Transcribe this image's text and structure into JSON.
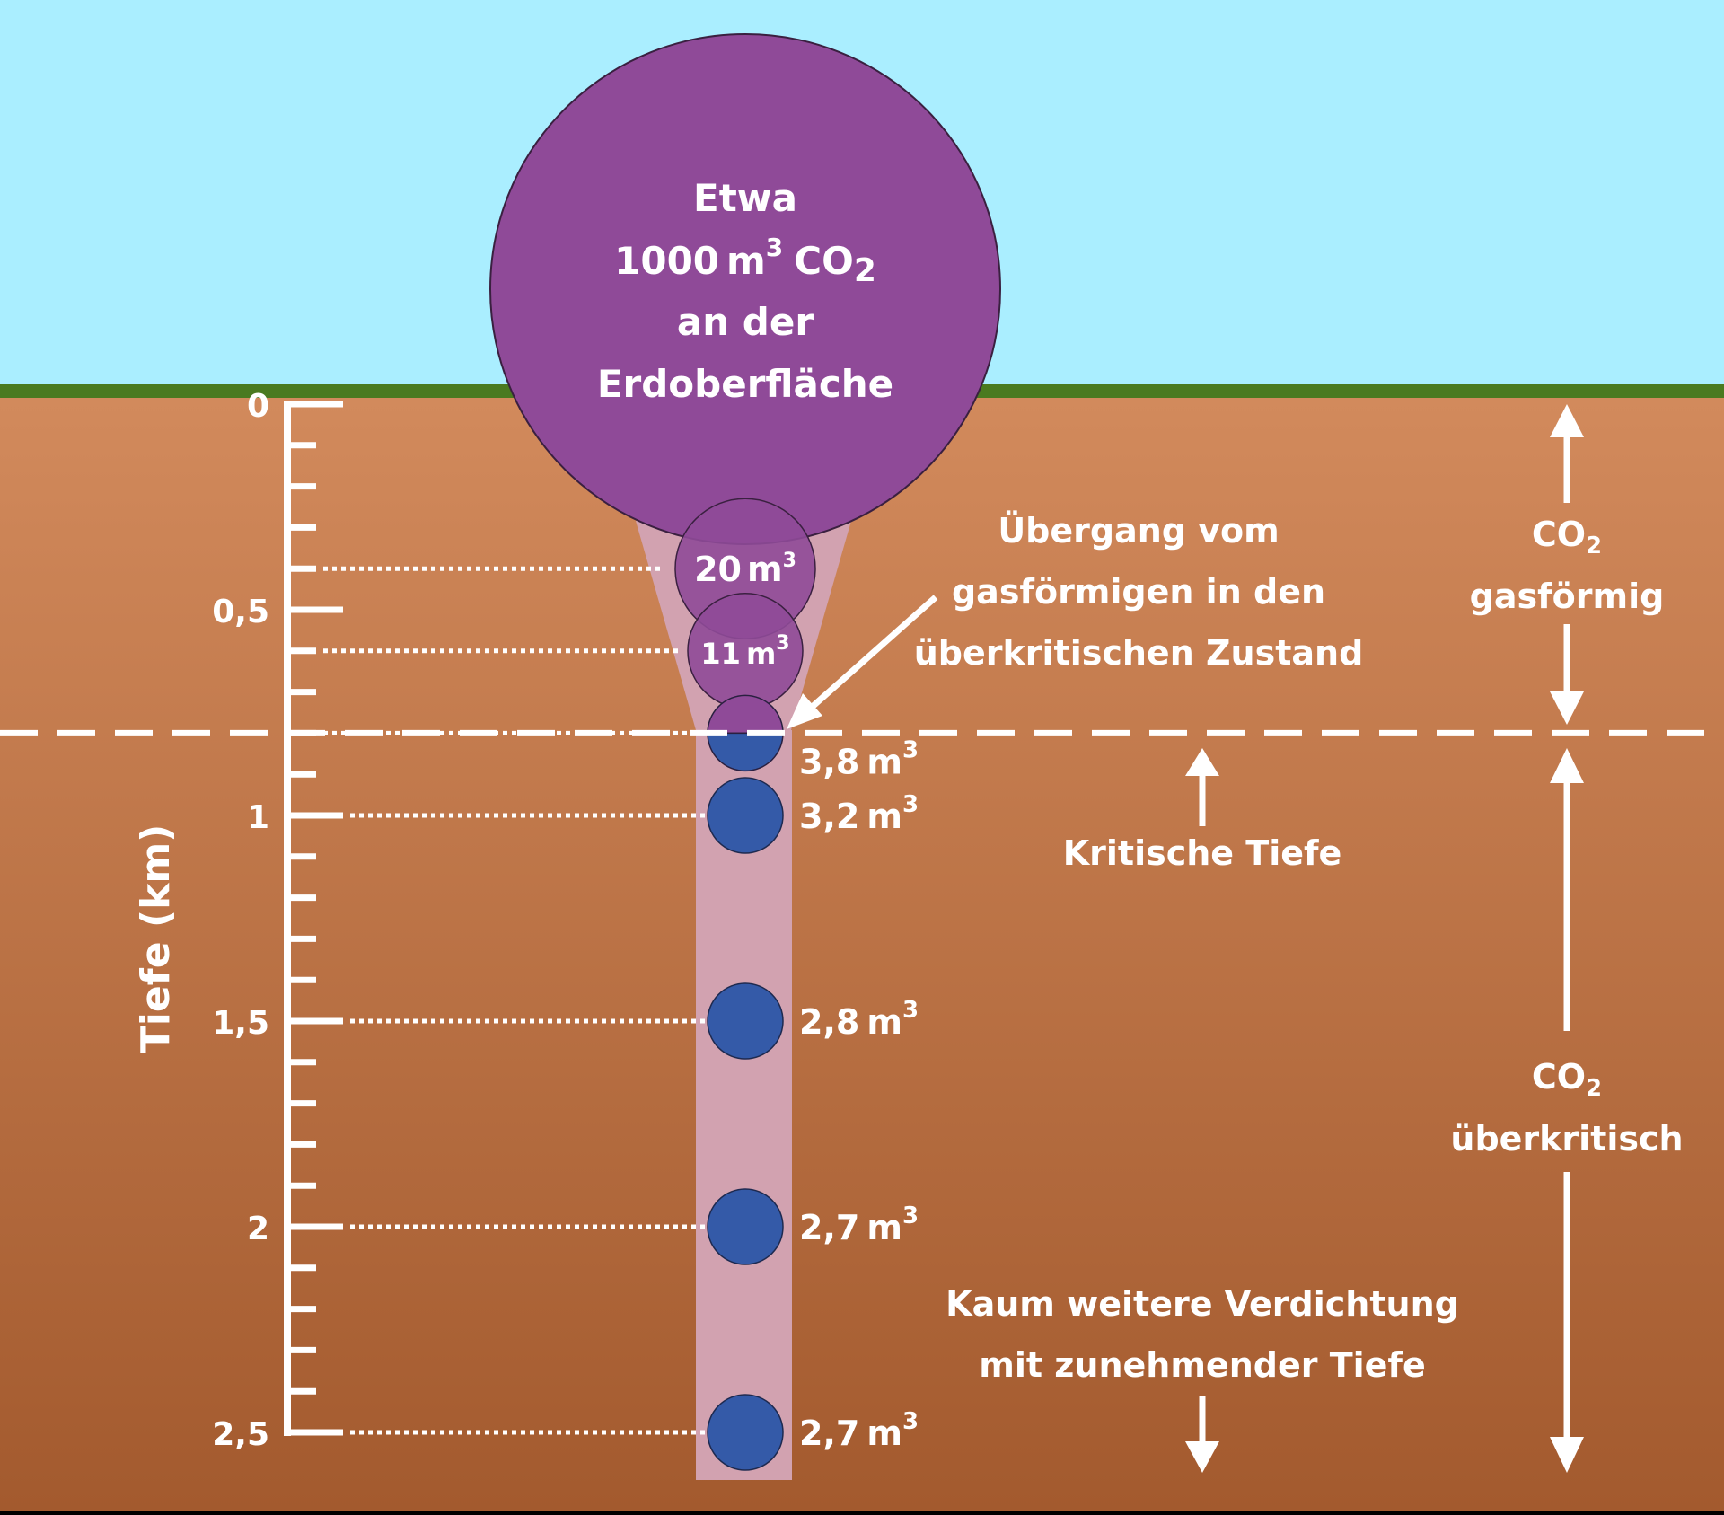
{
  "colors": {
    "sky": "#aaeeff",
    "grass": "#4a7a20",
    "ground_top": "#d28a5c",
    "ground_bottom": "#a35a2e",
    "gas_purple": "#8f4a98",
    "supercritical_blue": "#345aa8",
    "shaft": "#d2a2b0",
    "white": "#ffffff"
  },
  "big_bubble": {
    "line1": "Etwa",
    "line2_value": "1000",
    "line2_unit": "m",
    "line2_exp": "3",
    "line2_gas": "CO",
    "line2_sub": "2",
    "line3": "an der",
    "line4": "Erdoberfläche"
  },
  "axis": {
    "label": "Tiefe (km)",
    "ticks": [
      {
        "depth_km": 0,
        "label": "0"
      },
      {
        "depth_km": 0.5,
        "label": "0,5"
      },
      {
        "depth_km": 1,
        "label": "1"
      },
      {
        "depth_km": 1.5,
        "label": "1,5"
      },
      {
        "depth_km": 2,
        "label": "2"
      },
      {
        "depth_km": 2.5,
        "label": "2,5"
      }
    ]
  },
  "bubbles": [
    {
      "depth_km": 0.4,
      "volume": "20",
      "unit": "m",
      "exp": "3",
      "phase": "gas",
      "label_inside": true
    },
    {
      "depth_km": 0.6,
      "volume": "11",
      "unit": "m",
      "exp": "3",
      "phase": "gas",
      "label_inside": true
    },
    {
      "depth_km": 0.8,
      "volume": "3,8",
      "unit": "m",
      "exp": "3",
      "phase": "transition",
      "label_inside": false
    },
    {
      "depth_km": 1,
      "volume": "3,2",
      "unit": "m",
      "exp": "3",
      "phase": "supercritical",
      "label_inside": false
    },
    {
      "depth_km": 1.5,
      "volume": "2,8",
      "unit": "m",
      "exp": "3",
      "phase": "supercritical",
      "label_inside": false
    },
    {
      "depth_km": 2,
      "volume": "2,7",
      "unit": "m",
      "exp": "3",
      "phase": "supercritical",
      "label_inside": false
    },
    {
      "depth_km": 2.5,
      "volume": "2,7",
      "unit": "m",
      "exp": "3",
      "phase": "supercritical",
      "label_inside": false
    }
  ],
  "critical_depth_km": 0.8,
  "annotations": {
    "transition_l1": "Übergang vom",
    "transition_l2": "gasförmigen in den",
    "transition_l3": "überkritischen Zustand",
    "critical": "Kritische Tiefe",
    "kaum_l1": "Kaum weitere Verdichtung",
    "kaum_l2": "mit zunehmender Tiefe"
  },
  "right_labels": {
    "gas_formula": "CO",
    "gas_sub": "2",
    "gas_state": "gasförmig",
    "sc_formula": "CO",
    "sc_sub": "2",
    "sc_state": "überkritisch"
  }
}
